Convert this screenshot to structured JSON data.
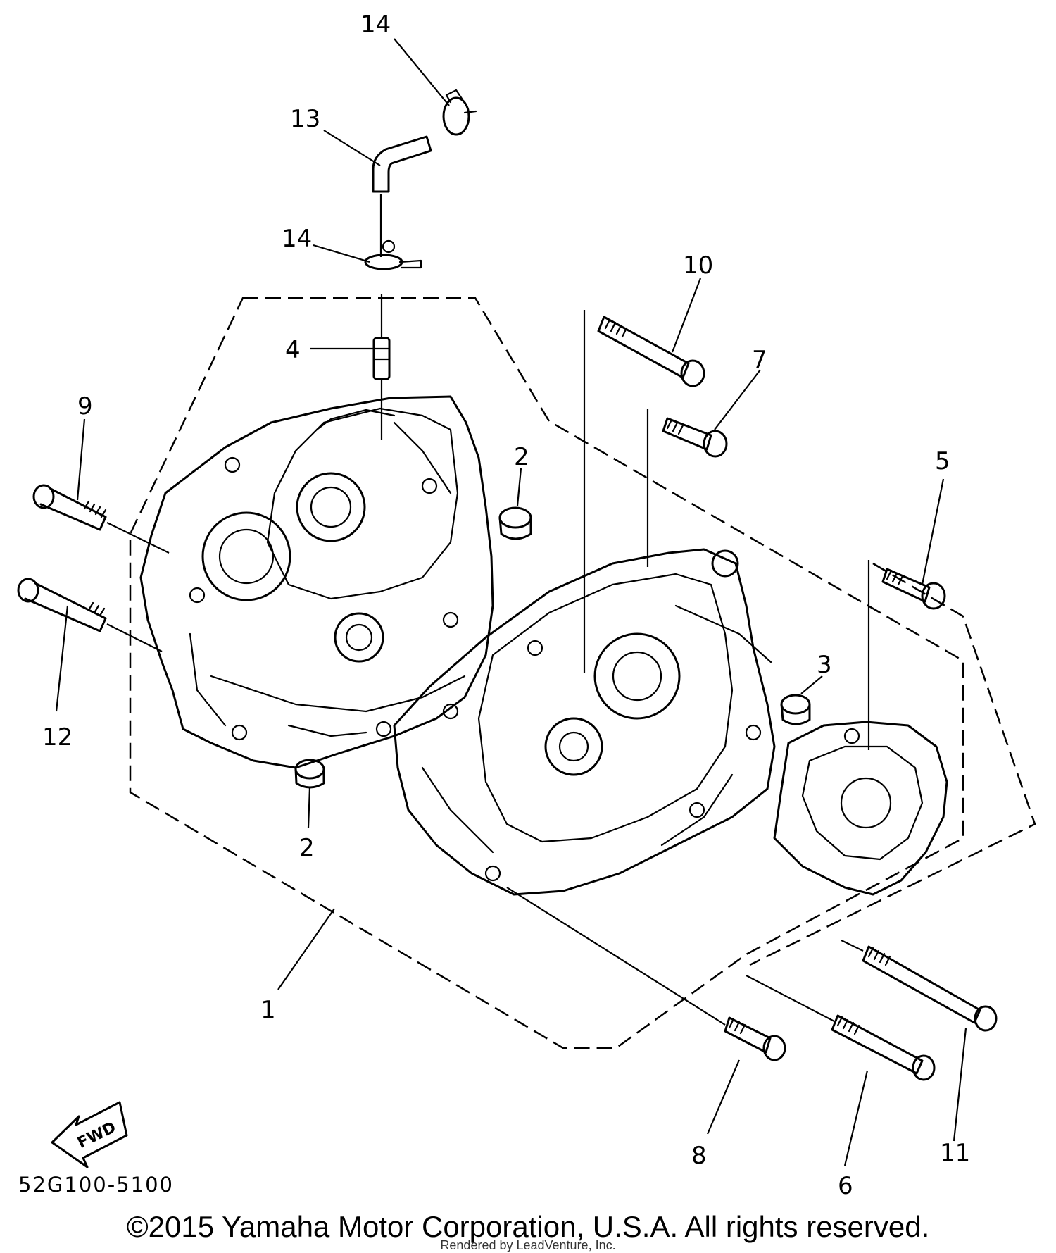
{
  "callouts": {
    "c1": "1",
    "c2a": "2",
    "c2b": "2",
    "c3": "3",
    "c4": "4",
    "c5": "5",
    "c6": "6",
    "c7": "7",
    "c8": "8",
    "c9": "9",
    "c10": "10",
    "c11": "11",
    "c12": "12",
    "c13": "13",
    "c14a": "14",
    "c14b": "14"
  },
  "fwd_label": "FWD",
  "part_code": "52G100-5100",
  "copyright": "©2015 Yamaha Motor Corporation, U.S.A. All rights reserved.",
  "watermark": "Rendered by LeadVenture, Inc."
}
